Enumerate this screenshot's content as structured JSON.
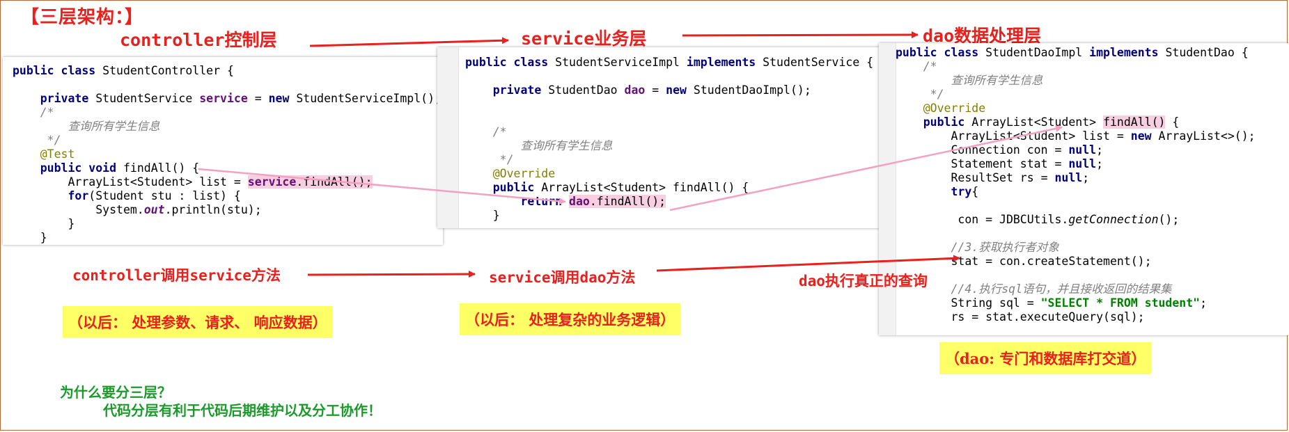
{
  "title": "【三层架构：】",
  "layers": {
    "controller": "controller控制层",
    "service": "service业务层",
    "dao": "dao数据处理层"
  },
  "calls": {
    "controller_to_service": "controller调用service方法",
    "service_to_dao": "service调用dao方法",
    "dao_query": "dao执行真正的查询"
  },
  "notes": {
    "controller": "（以后： 处理参数、请求、 响应数据）",
    "service": "（以后： 处理复杂的业务逻辑）",
    "dao": "（dao: 专门和数据库打交道）"
  },
  "why": {
    "question": "为什么要分三层？",
    "answer": "代码分层有利于代码后期维护以及分工协作！"
  },
  "code": {
    "controller": [
      "public class StudentController {",
      "",
      "    private StudentService service = new StudentServiceImpl();",
      "    /*",
      "        查询所有学生信息",
      "     */",
      "    @Test",
      "    public void findAll() {",
      "        ArrayList<Student> list = service.findAll();",
      "        for(Student stu : list) {",
      "            System.out.println(stu);",
      "        }",
      "    }"
    ],
    "service": [
      "public class StudentServiceImpl implements StudentService {",
      "",
      "    private StudentDao dao = new StudentDaoImpl();",
      "",
      "",
      "    /*",
      "        查询所有学生信息",
      "     */",
      "    @Override",
      "    public ArrayList<Student> findAll() {",
      "        return dao.findAll();",
      "    }"
    ],
    "dao": [
      "public class StudentDaoImpl implements StudentDao {",
      "    /*",
      "        查询所有学生信息",
      "     */",
      "    @Override",
      "    public ArrayList<Student> findAll() {",
      "        ArrayList<Student> list = new ArrayList<>();",
      "        Connection con = null;",
      "        Statement stat = null;",
      "        ResultSet rs = null;",
      "        try{",
      "",
      "         con = JDBCUtils.getConnection();",
      "",
      "        //3.获取执行者对象",
      "        stat = con.createStatement();",
      "",
      "        //4.执行sql语句，并且接收返回的结果集",
      "        String sql = \"SELECT * FROM student\";",
      "        rs = stat.executeQuery(sql);"
    ]
  },
  "colors": {
    "label_red": "#e8201e",
    "note_yellow": "#ffff66",
    "why_green": "#1a9a2a",
    "highlight_pink": "#f7cfe0",
    "keyword": "#000080",
    "comment": "#808080",
    "annotation": "#808000",
    "field": "#660e7a",
    "string": "#008000"
  }
}
